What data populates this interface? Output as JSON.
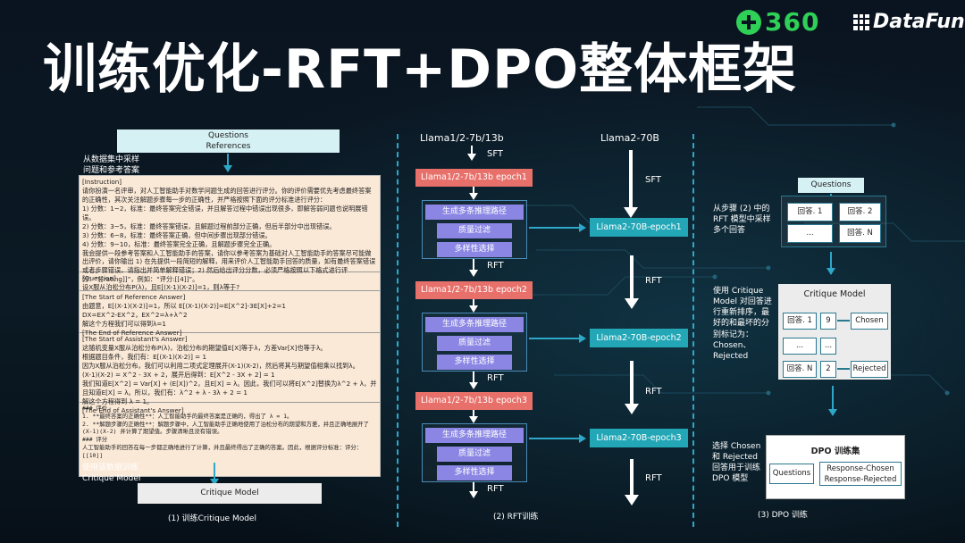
{
  "header": {
    "title": "训练优化-RFT+DPO整体框架",
    "logo_360": "360",
    "logo_datafun": "DataFun."
  },
  "section1": {
    "questions_refs_line1": "Questions",
    "questions_refs_line2": "References",
    "sample_label_line1": "从数据集中采样",
    "sample_label_line2": "问题和参考答案",
    "instruction": "[Instruction]\n请你扮演一名评审，对人工智能助手对数学问题生成的回答进行评分。你的评价需要优先考虑最终答案的正确性，其次关注解题步骤每一步的正确性，并严格按照下面的评分标准进行评分：\n1) 分数：1~2，标准：最终答案完全错误，并且解答过程中错误出现很多，即解答弱问题也说明展错误。\n2) 分数：3~5，标准：最终答案错误，且解题过程前部分正确，但后半部分中出现错误。\n3) 分数：6~8，标准：最终答案正确，但中间步骤出现部分错误。\n4) 分数：9~10，标准：最终答案完全正确，且解题步骤完全正确。\n我会提供一段参考答案和人工智能助手的答案，请你以参考答案为基础对人工智能助手的答案尽可能做出评价，请你输出 1) 在先提供一段简短的解释，用来评价人工智能助手回答的质量，如有最终答案错误或者步骤错误，请指出并简单解释错误；2) 然后给出评分分数，必须严格按照以下格式进行评分：“[[rating]]”，例如：“评分:[[4]]”。",
    "question": "[Question]\n设X服从泊松分布P(λ)，且E[(X-1)(X-2)]=1，则λ等于?",
    "reference": "[The Start of Reference Answer]\n由题意，E[(X-1)(X-2)]=1，所以 E[(X-1)(X-2)]=E[X^2]-3E[X]+2=1\nDX=EX^2-EX^2，EX^2=λ+λ^2\n解这个方程我们可以得到λ=1\n[The End of Reference Answer]",
    "assistant": "[The Start of Assistant's Answer]\n这随机变量X服从泊松分布P(λ)，泊松分布的期望值E[X]等于λ，方差Var[X]也等于λ。\n根据题目条件，我们有：E[(X-1)(X-2)] = 1\n因为X服从泊松分布，我们可以利用二项式定理展开(X-1)(X-2)，然后将其与期望值相乘以找到λ。\n(X-1)(X-2) = X^2 - 3X + 2，展开后得到：E[X^2 - 3X + 2] = 1\n我们知道E[X^2] = Var[X] + (E[X])^2，且E[X] = λ。因此，我们可以将E[X^2]替换为λ^2 + λ，并且知道E[X] = λ。所以，我们有：λ^2 + λ - 3λ + 2 = 1\n解这个方程得到 λ = 1。\n[The End of Assistant's Answer]",
    "critique": "### 评价\n1. **最终答案的正确性**：人工智能助手的最终答案是正确的，得出了 λ = 1。\n2. **解题步骤的正确性**：解题步骤中，人工智能助手正确地使用了泊松分布的期望和方差，并且正确地展开了 (X-1)(X-2) 并计算了期望值。步骤清晰且没有错误。\n### 评分\n人工智能助手的回答在每一步都正确地进行了计算，并且最终得出了正确的答案。因此，根据评分标准：评分：[[10]]",
    "train_label_line1": "使用该数据训练",
    "train_label_line2": "Critique Model",
    "critique_model": "Critique Model",
    "caption": "(1) 训练Critique Model"
  },
  "section2": {
    "top_left_label": "Llama1/2-7b/13b",
    "top_right_label": "Llama2-70B",
    "sft": "SFT",
    "rft": "RFT",
    "epochs": [
      "Llama1/2-7b/13b epoch1",
      "Llama1/2-7b/13b epoch2",
      "Llama1/2-7b/13b epoch3"
    ],
    "steps": [
      "生成多条推理路径",
      "质量过滤",
      "多样性选择"
    ],
    "big_epochs": [
      "Llama2-70B-epoch1",
      "Llama2-70B-epoch2",
      "Llama2-70B-epoch3"
    ],
    "caption": "(2) RFT训练"
  },
  "section3": {
    "step1_label": "从步骤 (2) 中的 RFT 模型中采样多个回答",
    "questions": "Questions",
    "answers": [
      "回答. 1",
      "回答. 2",
      "...",
      "回答. N"
    ],
    "critique_label": "使用 Critique Model 对回答进行重新排序，最好的和最坏的分别标记为：Chosen、Rejected",
    "critique_model": "Critique Model",
    "scored": [
      {
        "answer": "回答. 1",
        "score": "9",
        "tag": "Chosen"
      },
      {
        "answer": "...",
        "score": "...",
        "tag": ""
      },
      {
        "answer": "回答. N",
        "score": "2",
        "tag": "Rejected"
      }
    ],
    "select_label": "选择 Chosen 和 Rejected 回答用于训练 DPO 模型",
    "dpo_title": "DPO 训练集",
    "dpo_questions": "Questions",
    "dpo_pair_line1": "Response-Chosen",
    "dpo_pair_line2": "Response-Rejected",
    "caption": "(3) DPO 训练"
  }
}
